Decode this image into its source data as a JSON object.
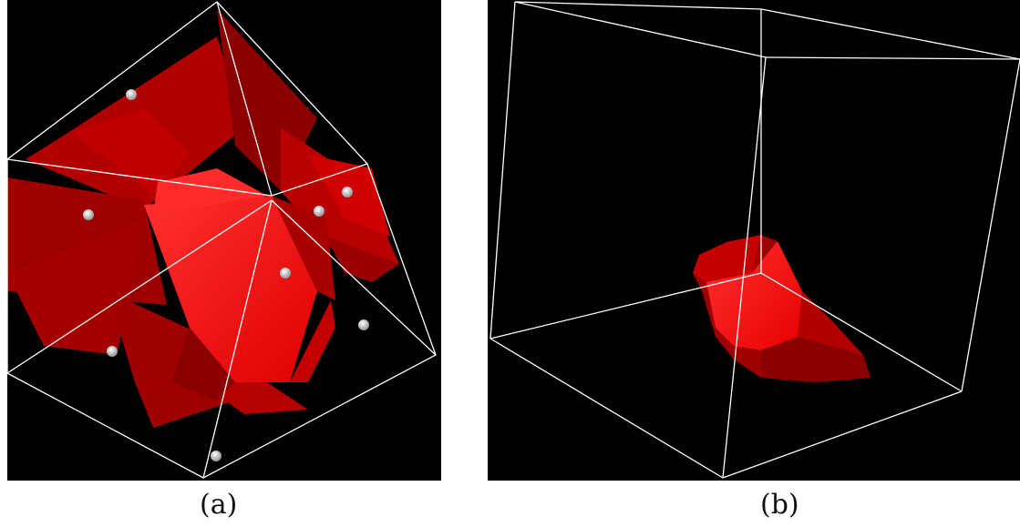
{
  "figure": {
    "panels": [
      {
        "label": "(a)",
        "description_icon": "voronoi-cell-cluster-render"
      },
      {
        "label": "(b)",
        "description_icon": "single-voronoi-cell-render"
      }
    ]
  },
  "colors": {
    "background": "#000000",
    "cell_dark": "#8a0000",
    "cell_mid": "#c40000",
    "cell_bright": "#ff1a1a",
    "box_edge": "#ffffff",
    "sphere": "#e8e8e8"
  }
}
